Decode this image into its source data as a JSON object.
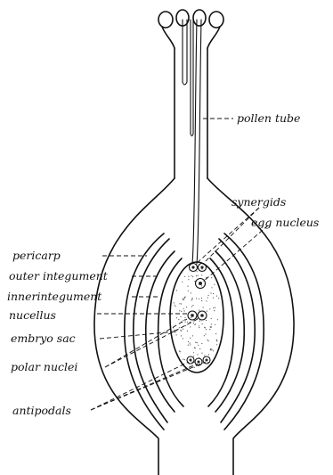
{
  "labels": {
    "pollen_tube": "pollen tube",
    "synergids": "synergids",
    "egg_nucleus": "egg nucleus",
    "pericarp": "pericarp",
    "outer_integument": "outer integument",
    "inner_integument": "innerintegument",
    "nucellus": "nucellus",
    "embryo_sac": "embryo sac",
    "polar_nuclei": "polar nuclei",
    "antipodals": "antipodals"
  }
}
